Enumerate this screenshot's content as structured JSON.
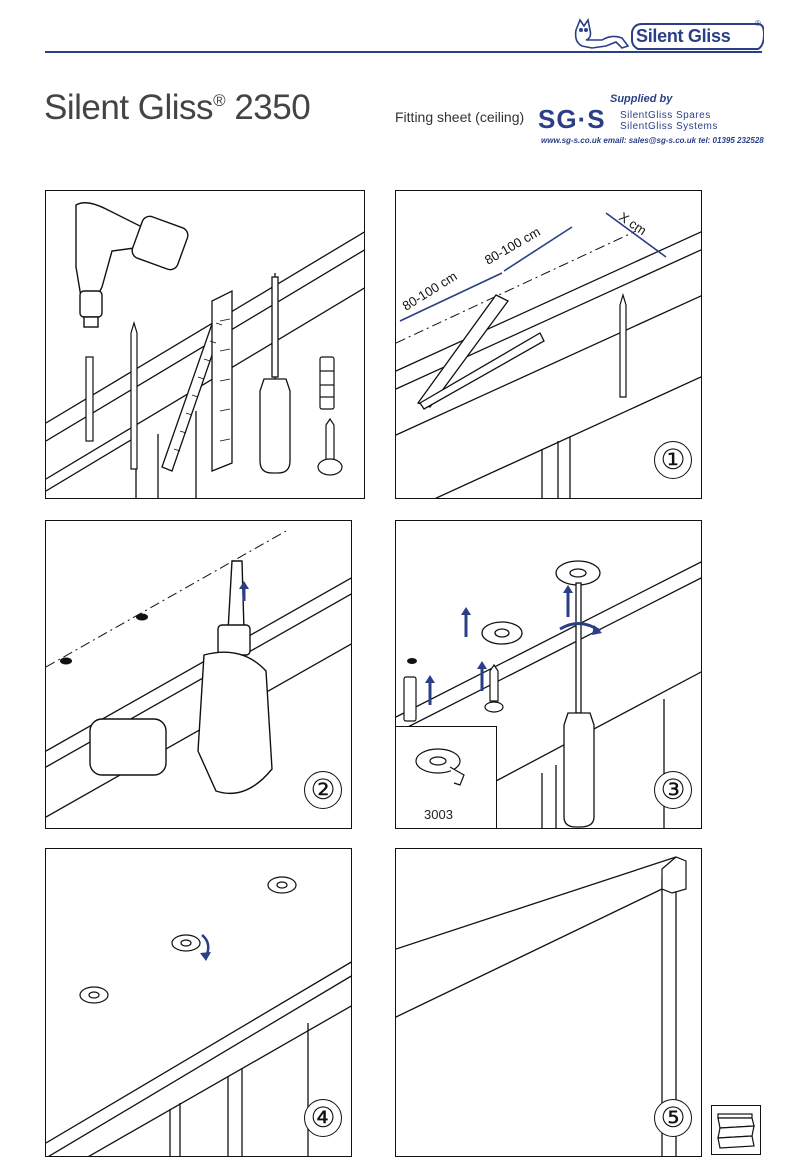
{
  "header": {
    "brand": "Silent Gliss",
    "registered": "®",
    "title": "Silent Gliss",
    "title_reg": "®",
    "model": "2350",
    "subtitle": "Fitting sheet (ceiling)"
  },
  "supplier": {
    "supplied_by": "Supplied by",
    "mark": "SG·S",
    "line1": "SilentGliss Spares",
    "line2": "SilentGliss Systems",
    "contact": "www.sg-s.co.uk email: sales@sg-s.co.uk tel: 01395 232528"
  },
  "panel1": {
    "dim_left": "80-100 cm",
    "dim_mid": "80-100 cm",
    "dim_right": "X cm",
    "step": "①"
  },
  "panel2": {
    "step": "②"
  },
  "panel3": {
    "step": "③",
    "inset_label": "3003"
  },
  "panel4": {
    "step": "④"
  },
  "panel5": {
    "step": "⑤"
  },
  "colors": {
    "accent": "#2b3f87",
    "line": "#111111"
  },
  "icons": [
    "drill-icon",
    "pencil-icon",
    "folding-rule-icon",
    "screwdriver-icon",
    "wall-plug-icon",
    "screw-icon",
    "bracket-icon",
    "rotate-arrow-icon",
    "arrow-up-icon",
    "roman-blind-icon"
  ]
}
